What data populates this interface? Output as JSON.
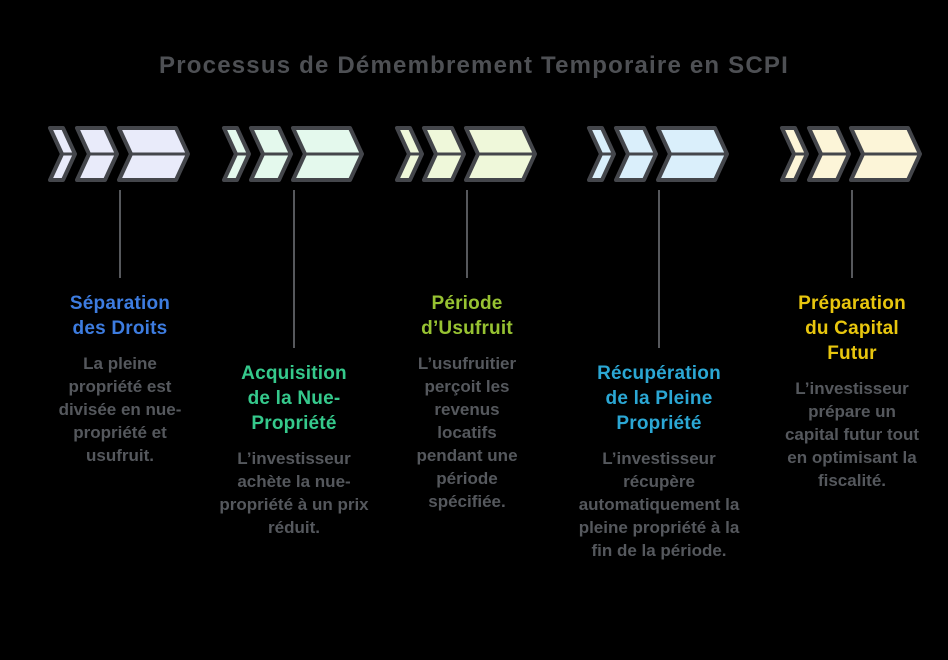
{
  "title": "Processus de Démembrement Temporaire en SCPI",
  "colors": {
    "background": "#000000",
    "title_text": "#4e5054",
    "description_text": "#55585d",
    "outline": "#44464b",
    "connector": "#56585c"
  },
  "steps": [
    {
      "label": "Séparation des Droits",
      "label_color": "#3d7ce0",
      "fill": "#e9ebfa",
      "description": "La pleine propriété est divisée en nue-propriété et usufruit."
    },
    {
      "label": "Acquisition de la Nue-Propriété",
      "label_color": "#35c98c",
      "fill": "#e4f9ed",
      "description": "L’investisseur achète la nue-propriété à un prix réduit."
    },
    {
      "label": "Période d’Usufruit",
      "label_color": "#97c232",
      "fill": "#eff8da",
      "description": "L’usufruitier perçoit les revenus locatifs pendant une période spécifiée."
    },
    {
      "label": "Récupération de la Pleine Propriété",
      "label_color": "#2ba7d4",
      "fill": "#daeffb",
      "description": "L’investisseur récupère automatiquement la pleine propriété à la fin de la période."
    },
    {
      "label": "Préparation du Capital Futur",
      "label_color": "#e8c60e",
      "fill": "#fcf5d8",
      "description": "L’investisseur prépare un capital futur tout en optimisant la fiscalité."
    }
  ]
}
